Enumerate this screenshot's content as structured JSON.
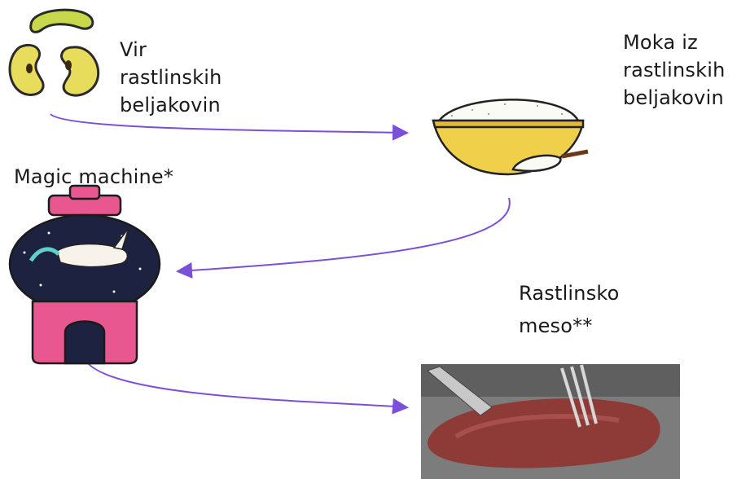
{
  "steps": [
    {
      "lines": [
        "Vir",
        "rastlinskih",
        "beljakovin"
      ]
    },
    {
      "lines": [
        "Moka iz",
        "rastlinskih",
        "beljakovin"
      ]
    },
    {
      "lines": [
        "Magic machine*"
      ]
    },
    {
      "lines": [
        "Rastlinsko",
        "meso**"
      ]
    }
  ],
  "icons": [
    "beans-icon",
    "flour-bowl-icon",
    "unicorn-machine-icon",
    "steak-photo"
  ],
  "colors": {
    "arrow": "#7b4fd6",
    "bean": "#e8dc5c",
    "bowl": "#f0cf4a",
    "machine_pink": "#e8578f",
    "machine_dark": "#1c2240"
  }
}
